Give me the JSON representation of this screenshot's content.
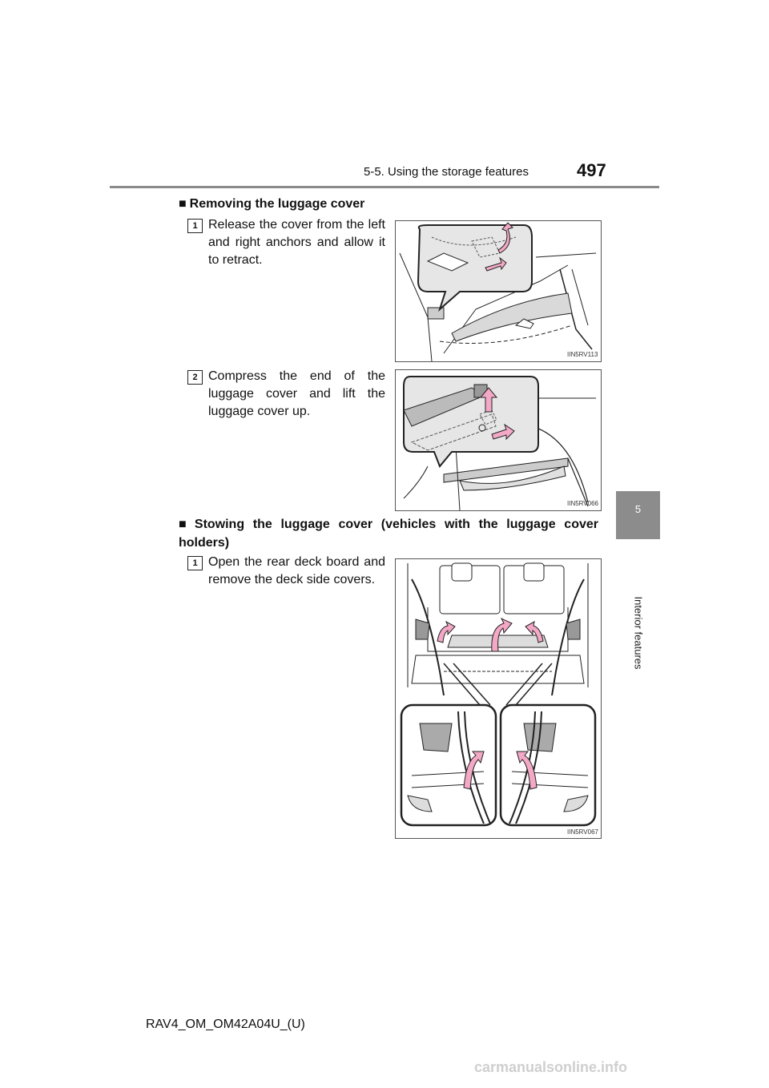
{
  "header": {
    "section": "5-5. Using the storage features",
    "page_number": "497"
  },
  "side_tab": {
    "chapter": "5",
    "label": "Interior features"
  },
  "removing": {
    "heading": "Removing the luggage cover",
    "steps": [
      {
        "num": "1",
        "text": "Release the cover from the left and right anchors and allow it to retract.",
        "fig_code": "IIN5RV113"
      },
      {
        "num": "2",
        "text": "Compress the end of the luggage cover and lift the luggage cover up.",
        "fig_code": "IIN5RV066"
      }
    ]
  },
  "stowing": {
    "heading": "Stowing the luggage cover (vehicles with the luggage cover holders)",
    "steps": [
      {
        "num": "1",
        "text": "Open the rear deck board and remove the deck side covers.",
        "fig_code": "IIN5RV067"
      }
    ]
  },
  "footer": {
    "code": "RAV4_OM_OM42A04U_(U)"
  },
  "watermark": {
    "text": "carmanualsonline.info"
  },
  "colors": {
    "arrow_pink": "#f3a8c6",
    "panel_gray": "#e6e6e6",
    "rule_gray": "#8a8a8a",
    "tab_gray": "#8c8c8c"
  }
}
